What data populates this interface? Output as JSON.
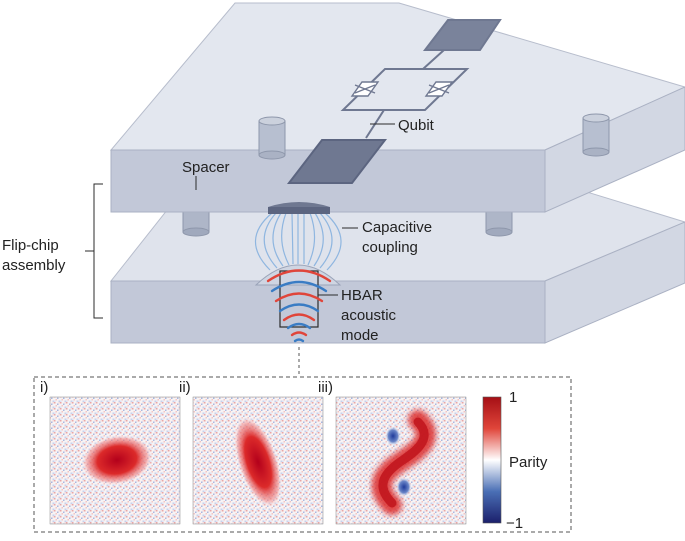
{
  "labels": {
    "qubit": "Qubit",
    "spacer": "Spacer",
    "capacitive_coupling": [
      "Capacitive",
      "coupling"
    ],
    "flip_chip_assembly": [
      "Flip-chip",
      "assembly"
    ],
    "hbar_mode": [
      "HBAR",
      "acoustic",
      "mode"
    ]
  },
  "panels": [
    {
      "label": "i)",
      "state": "coherent-blob"
    },
    {
      "label": "ii)",
      "state": "squeezed-elongated"
    },
    {
      "label": "iii)",
      "state": "cat-s-shape-with-negative-lobes"
    }
  ],
  "colorbar": {
    "title": "Parity",
    "max_label": "1",
    "min_label": "−1",
    "colors": {
      "positive": "#c8102e",
      "zero": "#ffffff",
      "negative": "#1f2a7a"
    }
  },
  "colors": {
    "chip_top": "#dfe3ec",
    "chip_front": "#c2c8d8",
    "chip_side": "#d2d7e3",
    "metal": "#6f7891",
    "field_lines": "#8fb6e0",
    "wave_red": "#e0453a",
    "wave_blue": "#3a7cc4"
  }
}
